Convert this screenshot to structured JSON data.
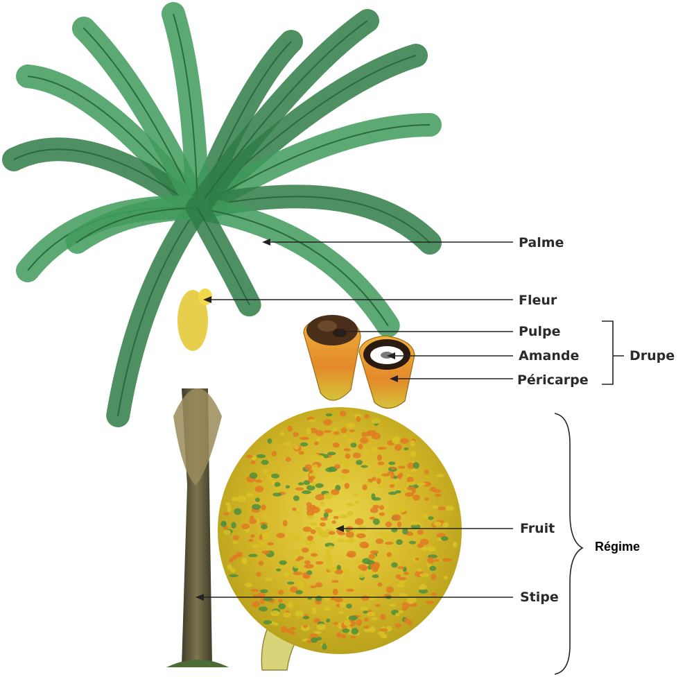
{
  "labels": {
    "palme": "Palme",
    "fleur": "Fleur",
    "pulpe": "Pulpe",
    "amande": "Amande",
    "pericarpe": "Péricarpe",
    "drupe": "Drupe",
    "fruit": "Fruit",
    "stipe": "Stipe",
    "regime": "Régime"
  },
  "colors": {
    "frond": "#3f9a5c",
    "frond_dark": "#2f7d47",
    "trunk": "#5f5a3c",
    "flower": "#e6c93a",
    "fruit_yellow": "#d9c227",
    "fruit_orange": "#e07a22",
    "fruit_green": "#4e8f3c",
    "pulp": "#4a2e1a",
    "kernel_white": "#ffffff",
    "text": "#2a2a2a"
  },
  "illustration": [
    "oil-palm-tree",
    "fruit-bunch",
    "drupe-cut",
    "drupe-whole"
  ]
}
